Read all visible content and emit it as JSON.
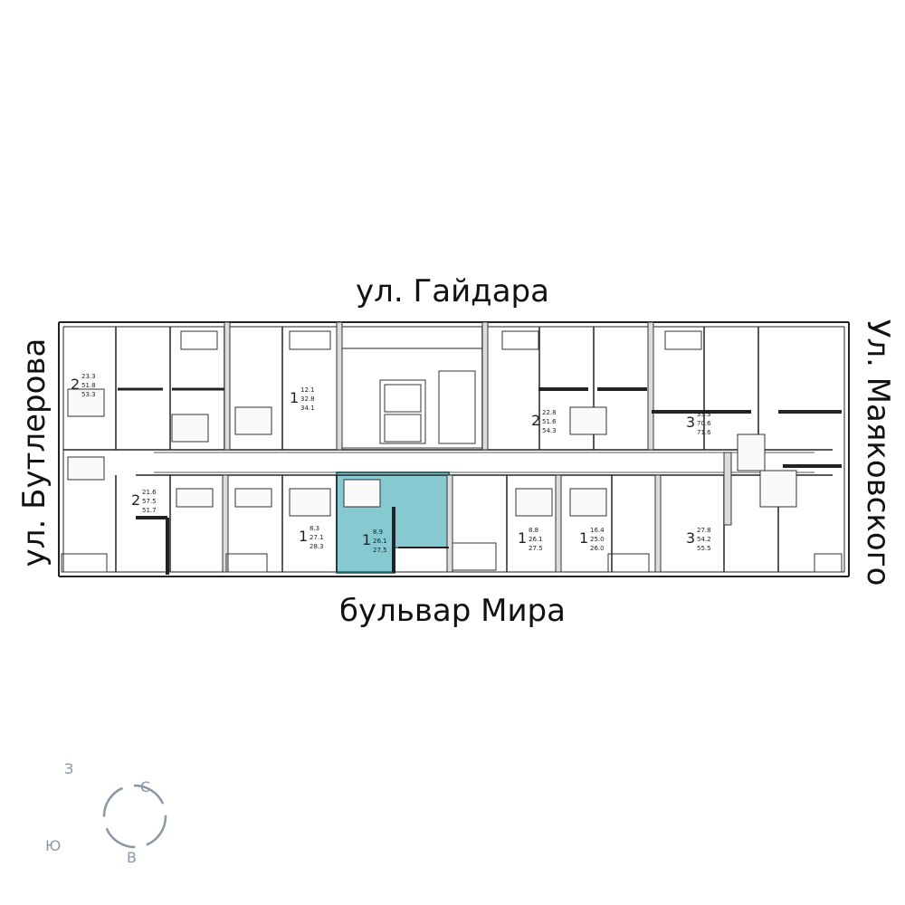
{
  "streets": {
    "top": "ул. Гайдара",
    "bottom": "бульвар Мира",
    "left": "ул. Бутлерова",
    "right": "Ул. Маяковского"
  },
  "colors": {
    "highlight_fill": "#86c9d0",
    "highlight_stroke": "#1f93a3",
    "wall": "#222222",
    "compass": "#8a97a6"
  },
  "apartments": [
    {
      "rooms": "2",
      "living": "23.3",
      "total_no_balcony": "51.8",
      "total": "53.3",
      "highlighted": false
    },
    {
      "rooms": "1",
      "living": "12.1",
      "total_no_balcony": "32.8",
      "total": "34.1",
      "highlighted": false
    },
    {
      "rooms": "2",
      "living": "22.8",
      "total_no_balcony": "51.6",
      "total": "54.3",
      "highlighted": false
    },
    {
      "rooms": "3",
      "living": "33.3",
      "total_no_balcony": "70.6",
      "total": "71.6",
      "highlighted": false
    },
    {
      "rooms": "2",
      "living": "21.6",
      "total_no_balcony": "57.5",
      "total": "51.7",
      "highlighted": false
    },
    {
      "rooms": "1",
      "living": "8.3",
      "total_no_balcony": "27.1",
      "total": "28.3",
      "highlighted": false
    },
    {
      "rooms": "1",
      "living": "8.9",
      "total_no_balcony": "26.1",
      "total": "27.5",
      "highlighted": true
    },
    {
      "rooms": "1",
      "living": "8.8",
      "total_no_balcony": "26.1",
      "total": "27.5",
      "highlighted": false
    },
    {
      "rooms": "1",
      "living": "16.4",
      "total_no_balcony": "25.0",
      "total": "26.0",
      "highlighted": false
    },
    {
      "rooms": "3",
      "living": "27.8",
      "total_no_balcony": "54.2",
      "total": "55.5",
      "highlighted": false
    }
  ],
  "compass": {
    "west": "З",
    "north": "С",
    "south": "Ю",
    "east": "В"
  }
}
